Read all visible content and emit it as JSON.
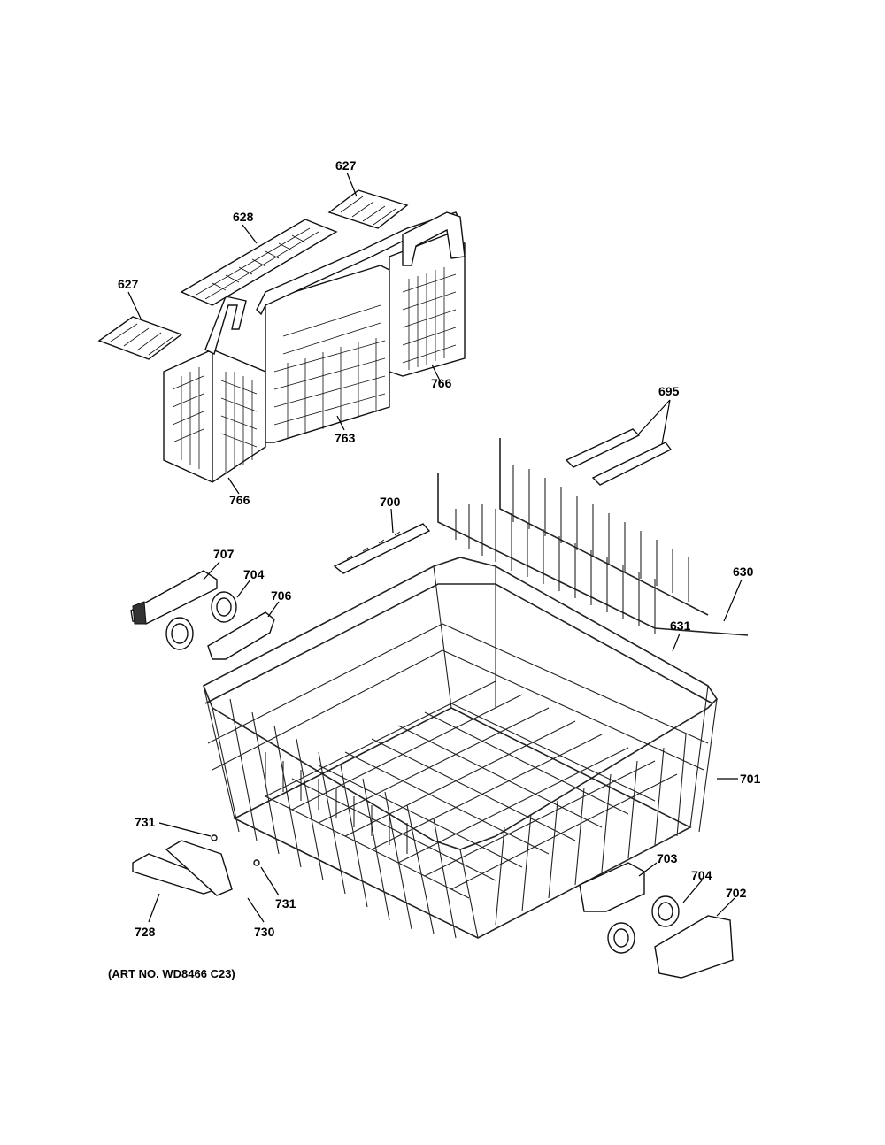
{
  "caption": "(ART NO. WD8466 C23)",
  "labels": {
    "p627a": "627",
    "p627b": "627",
    "p628": "628",
    "p766a": "766",
    "p766b": "766",
    "p763": "763",
    "p695": "695",
    "p700": "700",
    "p707": "707",
    "p704a": "704",
    "p706": "706",
    "p630": "630",
    "p631": "631",
    "p701": "701",
    "p731a": "731",
    "p731b": "731",
    "p728": "728",
    "p730": "730",
    "p703": "703",
    "p704b": "704",
    "p702": "702"
  }
}
